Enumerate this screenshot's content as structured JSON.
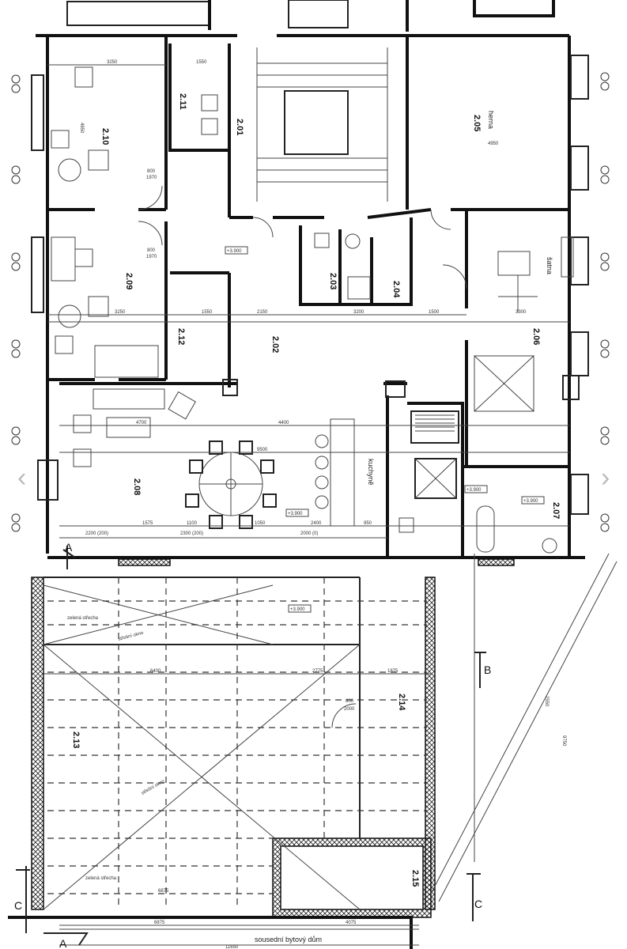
{
  "plan": {
    "rooms": {
      "r201": "2.01",
      "r202": "2.02",
      "r203": "2.03",
      "r204": "2.04",
      "r205": "2.05",
      "r206": "2.06",
      "r207": "2.07",
      "r208": "2.08",
      "r209": "2.09",
      "r210": "2.10",
      "r211": "2.11",
      "r212": "2.12",
      "r213": "2.13",
      "r214": "2.14",
      "r215": "2.15"
    },
    "room_names": {
      "herna": "herna",
      "satna": "šatna",
      "kuchyne": "kuchyně",
      "zelena_strecha_1": "zelená střecha",
      "zelena_strecha_2": "zelená střecha",
      "neighbor": "sousední bytový dům",
      "okno_1": "střešní okno",
      "okno_2": "střešní okno"
    },
    "levels": {
      "l1": "+3.900",
      "l2": "+3.900",
      "l3": "+3.900",
      "l4": "+3.900",
      "l5": "+3.900"
    },
    "dimensions": {
      "d3250a": "3250",
      "d1550": "1550",
      "d4850": "4850",
      "d4950": "4950",
      "d3250b": "3250",
      "d1550b": "1550",
      "d2150": "2150",
      "d3200": "3200",
      "d1500": "1500",
      "d3300": "3300",
      "d4700": "4700",
      "d4400": "4400",
      "d9500": "9500",
      "d1575": "1575",
      "d1100": "1100",
      "d1050": "1050",
      "d2400": "2400",
      "d950": "950",
      "d2200": "2200 (200)",
      "d2300": "2300 (200)",
      "d2000": "2000 (0)",
      "d6400": "6400",
      "d2775": "2775",
      "d1875": "1875",
      "d6875a": "6875",
      "d6875b": "6875",
      "d4075": "4075",
      "d11650": "11650",
      "door1": "800",
      "door1b": "1970",
      "door2": "800",
      "door2b": "1970",
      "door3": "800",
      "door3b": "2000",
      "d2550": "2550",
      "d9750": "9750"
    },
    "sections": {
      "a1": "A",
      "a2": "A",
      "b": "B",
      "c1": "C",
      "c2": "C"
    }
  },
  "colors": {
    "line": "#111111",
    "background": "#ffffff"
  }
}
